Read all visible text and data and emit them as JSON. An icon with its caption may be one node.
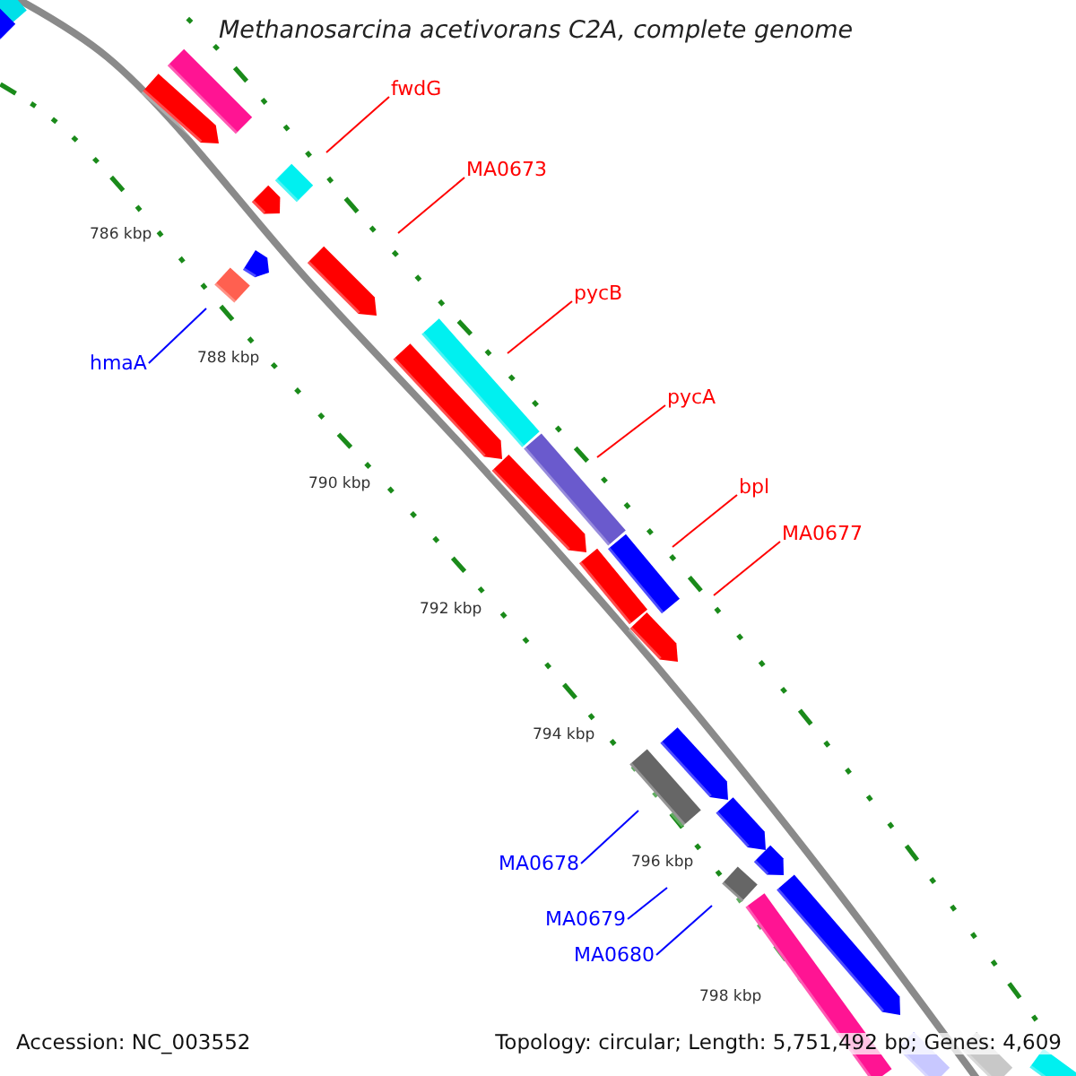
{
  "diagram": {
    "title": "Methanosarcina acetivorans C2A, complete genome",
    "nodes": [
      {
        "text": [
          "fwdG"
        ]
      },
      {
        "text": [
          "MA0673"
        ]
      },
      {
        "text": [
          "hmaA"
        ]
      },
      {
        "text": [
          "pycB"
        ]
      },
      {
        "text": [
          "pycA"
        ]
      },
      {
        "text": [
          "bpl"
        ]
      },
      {
        "text": [
          "MA0677"
        ]
      },
      {
        "text": [
          "MA0678"
        ]
      },
      {
        "text": [
          "MA0679"
        ]
      },
      {
        "text": [
          "MA0680"
        ]
      }
    ],
    "edges": [
      {
        "from": 0,
        "to": null,
        "arrow": "none"
      },
      {
        "from": 1,
        "to": null,
        "arrow": "none"
      },
      {
        "from": 2,
        "to": null,
        "arrow": "none",
        "color": "#0000ff"
      },
      {
        "from": 3,
        "to": null,
        "arrow": "none"
      },
      {
        "from": 4,
        "to": null,
        "arrow": "none"
      },
      {
        "from": 5,
        "to": null,
        "arrow": "none"
      },
      {
        "from": 6,
        "to": null,
        "arrow": "none"
      },
      {
        "from": 7,
        "to": null,
        "arrow": "none",
        "color": "#0000ff"
      },
      {
        "from": 8,
        "to": null,
        "arrow": "none",
        "color": "#0000ff"
      },
      {
        "from": 9,
        "to": null,
        "arrow": "none",
        "color": "#0000ff"
      }
    ],
    "labels": [
      "786 kbp",
      "788 kbp",
      "790 kbp",
      "792 kbp",
      "794 kbp",
      "796 kbp",
      "798 kbp",
      "Accession: NC_003552",
      "Topology: circular; Length: 5,751,492 bp; Genes: 4,609"
    ]
  }
}
